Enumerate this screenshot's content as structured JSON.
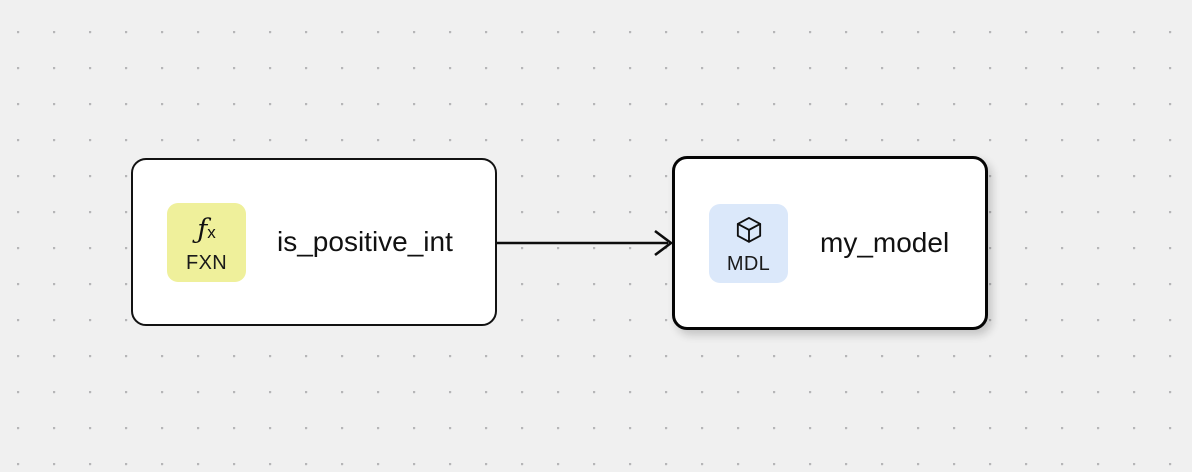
{
  "canvas": {
    "background_color": "#f0f0f0",
    "dot_color": "#b4b4b6",
    "dot_spacing": "36"
  },
  "nodes": [
    {
      "id": "is_positive_int",
      "title": "is_positive_int",
      "badge": {
        "label": "FXN",
        "glyph": "ƒ",
        "glyph_suffix": "x",
        "icon_name": "function-icon",
        "color": "#eff09b"
      },
      "selected": "false"
    },
    {
      "id": "my_model",
      "title": "my_model",
      "badge": {
        "label": "MDL",
        "icon_name": "cube-icon",
        "color": "#dbe8fa"
      },
      "selected": "true"
    }
  ],
  "edges": [
    {
      "source": "is_positive_int",
      "target": "my_model",
      "color": "#0d0d0d",
      "arrowhead": "open-chevron"
    }
  ]
}
